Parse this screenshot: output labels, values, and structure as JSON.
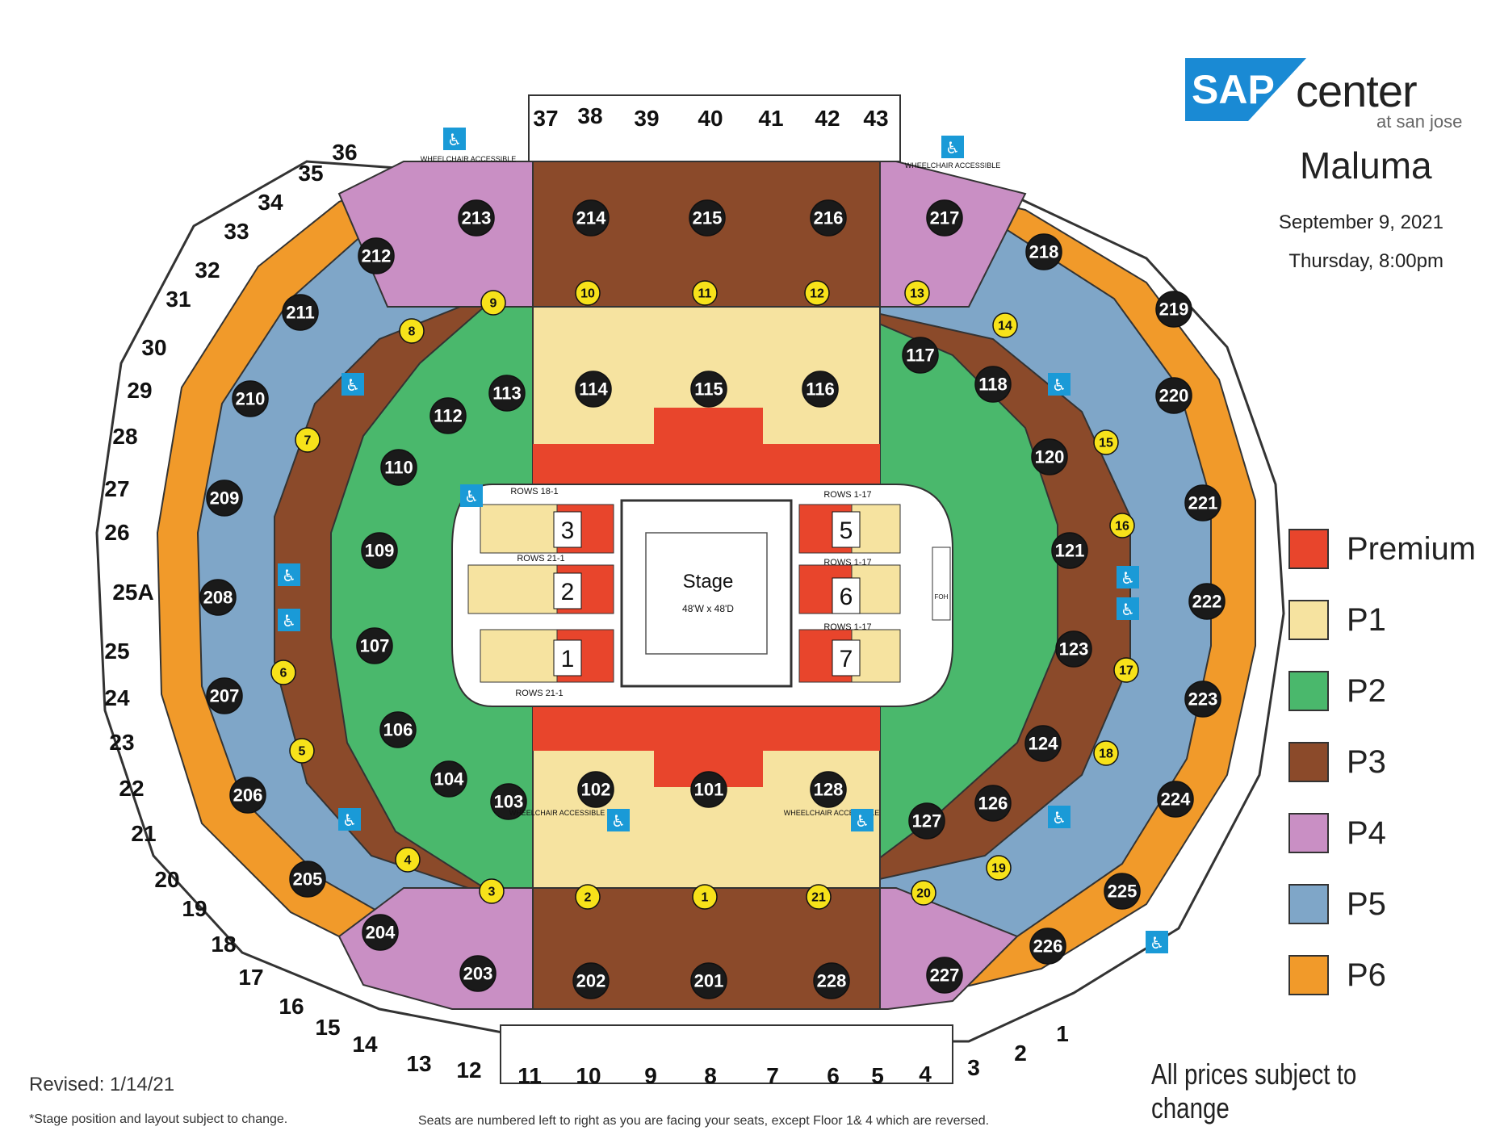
{
  "brand": {
    "logo_badge": "SAP",
    "logo_word": "center",
    "logo_subtitle": "at san jose"
  },
  "event": {
    "title": "Maluma",
    "date": "September 9, 2021",
    "time": "Thursday, 8:00pm"
  },
  "colors": {
    "Premium": "#e8452c",
    "P1": "#f6e3a0",
    "P2": "#4ab86c",
    "P3": "#8b4a2a",
    "P4": "#c98fc4",
    "P5": "#7fa6c8",
    "P6": "#f19a2a",
    "sap_blue": "#1a8ad4",
    "accessible_blue": "#1a9ad7"
  },
  "legend": [
    {
      "label": "Premium",
      "color": "#e8452c"
    },
    {
      "label": "P1",
      "color": "#f6e3a0"
    },
    {
      "label": "P2",
      "color": "#4ab86c"
    },
    {
      "label": "P3",
      "color": "#8b4a2a"
    },
    {
      "label": "P4",
      "color": "#c98fc4"
    },
    {
      "label": "P5",
      "color": "#7fa6c8"
    },
    {
      "label": "P6",
      "color": "#f19a2a"
    }
  ],
  "stage": {
    "label": "Stage",
    "dimensions": "48'W x 48'D",
    "foh": "FOH"
  },
  "floor_sections": [
    {
      "number": "1",
      "rows": "ROWS 21-1",
      "tier": "Premium"
    },
    {
      "number": "2",
      "rows": "ROWS 21-1",
      "tier": "Premium"
    },
    {
      "number": "3",
      "rows": "ROWS 18-1",
      "tier": "Premium"
    },
    {
      "number": "5",
      "rows": "ROWS 1-17",
      "tier": "Premium"
    },
    {
      "number": "6",
      "rows": "ROWS 1-17",
      "tier": "Premium"
    },
    {
      "number": "7",
      "rows": "ROWS 1-17",
      "tier": "Premium"
    }
  ],
  "lower_sections": [
    {
      "number": "114",
      "tier": "P1"
    },
    {
      "number": "115",
      "tier": "P1"
    },
    {
      "number": "116",
      "tier": "P1"
    },
    {
      "number": "102",
      "tier": "P1"
    },
    {
      "number": "101",
      "tier": "P1"
    },
    {
      "number": "128",
      "tier": "P1"
    },
    {
      "number": "113",
      "tier": "P2"
    },
    {
      "number": "112",
      "tier": "P2"
    },
    {
      "number": "110",
      "tier": "P2"
    },
    {
      "number": "109",
      "tier": "P2"
    },
    {
      "number": "107",
      "tier": "P2"
    },
    {
      "number": "106",
      "tier": "P2"
    },
    {
      "number": "104",
      "tier": "P2"
    },
    {
      "number": "103",
      "tier": "P2"
    },
    {
      "number": "117",
      "tier": "P2"
    },
    {
      "number": "118",
      "tier": "P3"
    },
    {
      "number": "120",
      "tier": "P2"
    },
    {
      "number": "121",
      "tier": "P2"
    },
    {
      "number": "123",
      "tier": "P2"
    },
    {
      "number": "124",
      "tier": "P2"
    },
    {
      "number": "126",
      "tier": "P3"
    },
    {
      "number": "127",
      "tier": "P2"
    }
  ],
  "upper_sections": [
    {
      "number": "214",
      "tier": "P3"
    },
    {
      "number": "215",
      "tier": "P3"
    },
    {
      "number": "216",
      "tier": "P3"
    },
    {
      "number": "202",
      "tier": "P3"
    },
    {
      "number": "201",
      "tier": "P3"
    },
    {
      "number": "228",
      "tier": "P3"
    },
    {
      "number": "213",
      "tier": "P4"
    },
    {
      "number": "217",
      "tier": "P4"
    },
    {
      "number": "203",
      "tier": "P4"
    },
    {
      "number": "227",
      "tier": "P4"
    },
    {
      "number": "212",
      "tier": "P5"
    },
    {
      "number": "211",
      "tier": "P5"
    },
    {
      "number": "210",
      "tier": "P5"
    },
    {
      "number": "209",
      "tier": "P5"
    },
    {
      "number": "208",
      "tier": "P5"
    },
    {
      "number": "207",
      "tier": "P5"
    },
    {
      "number": "206",
      "tier": "P5"
    },
    {
      "number": "205",
      "tier": "P5"
    },
    {
      "number": "204",
      "tier": "P5"
    },
    {
      "number": "218",
      "tier": "P5"
    },
    {
      "number": "219",
      "tier": "P5"
    },
    {
      "number": "220",
      "tier": "P5"
    },
    {
      "number": "221",
      "tier": "P5"
    },
    {
      "number": "222",
      "tier": "P5"
    },
    {
      "number": "223",
      "tier": "P5"
    },
    {
      "number": "224",
      "tier": "P5"
    },
    {
      "number": "225",
      "tier": "P5"
    },
    {
      "number": "226",
      "tier": "P5"
    }
  ],
  "aisles": [
    "9",
    "10",
    "11",
    "12",
    "13",
    "14",
    "8",
    "7",
    "15",
    "16",
    "6",
    "5",
    "17",
    "18",
    "4",
    "3",
    "2",
    "1",
    "21",
    "20",
    "19"
  ],
  "suites": [
    "37",
    "38",
    "39",
    "40",
    "41",
    "42",
    "43",
    "36",
    "35",
    "34",
    "33",
    "32",
    "31",
    "30",
    "29",
    "28",
    "27",
    "26",
    "25A",
    "25",
    "24",
    "23",
    "22",
    "21",
    "20",
    "19",
    "18",
    "17",
    "16",
    "15",
    "14",
    "13",
    "12",
    "11",
    "10",
    "9",
    "8",
    "7",
    "6",
    "5",
    "4",
    "3",
    "2",
    "1"
  ],
  "accessible_label": "WHEELCHAIR ACCESSIBLE",
  "notes": {
    "prices": "All prices subject to change",
    "revised": "Revised: 1/14/21",
    "stage_position": "*Stage position and layout subject to change.",
    "seat_numbering": "Seats are numbered left to right as you are facing your seats, except Floor 1& 4 which are reversed."
  }
}
